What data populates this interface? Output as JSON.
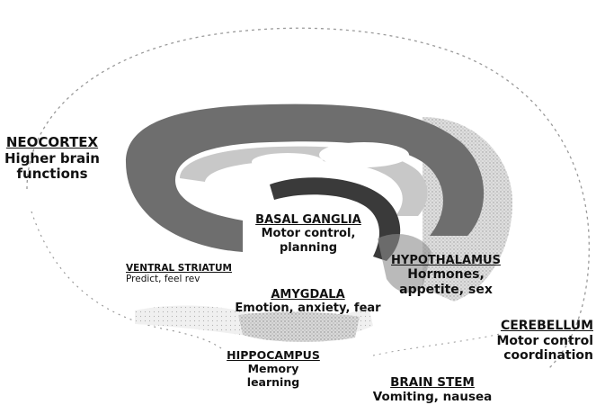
{
  "labels": {
    "neocortex": {
      "title": "NEOCORTEX",
      "desc": [
        "Higher brain",
        "functions"
      ]
    },
    "basal": {
      "title": "BASAL GANGLIA",
      "desc": [
        "Motor control,",
        "planning"
      ]
    },
    "ventral": {
      "title": "VENTRAL STRIATUM",
      "desc": [
        "Predict, feel rev"
      ]
    },
    "hypothal": {
      "title": "HYPOTHALAMUS",
      "desc": [
        "Hormones,",
        "appetite, sex"
      ]
    },
    "amygdala": {
      "title": "AMYGDALA",
      "desc": [
        "Emotion, anxiety, fear"
      ]
    },
    "cerebellum": {
      "title": "CEREBELLUM",
      "desc": [
        "Motor control",
        "coordination"
      ]
    },
    "hippocampus": {
      "title": "HIPPOCAMPUS",
      "desc": [
        "Memory",
        "learning"
      ]
    },
    "brainstem": {
      "title": "BRAIN STEM",
      "desc": [
        "Vomiting, nausea"
      ]
    }
  },
  "colors": {
    "outline": "#9a9a9a",
    "cortex_gray": "#6e6e6e",
    "light_gray": "#c8c8c8",
    "dark_gray": "#3a3a3a",
    "background": "#ffffff"
  }
}
